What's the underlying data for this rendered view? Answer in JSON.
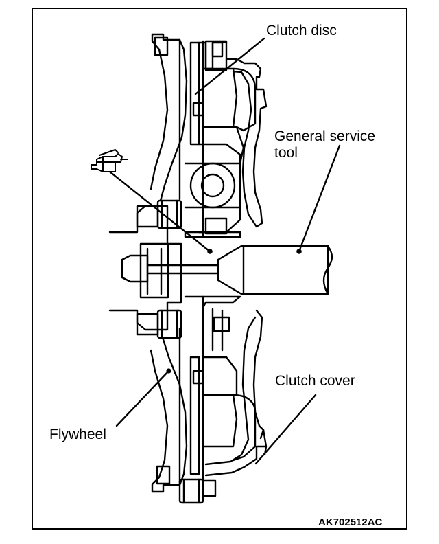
{
  "labels": {
    "clutch_disc": "Clutch disc",
    "general_service_tool_line1": "General service",
    "general_service_tool_line2": "tool",
    "clutch_cover": "Clutch cover",
    "flywheel": "Flywheel"
  },
  "figure_code": "AK702512AC",
  "icons": {
    "grease": "grease-gun-icon"
  },
  "colors": {
    "line": "#000000",
    "background": "#ffffff"
  }
}
